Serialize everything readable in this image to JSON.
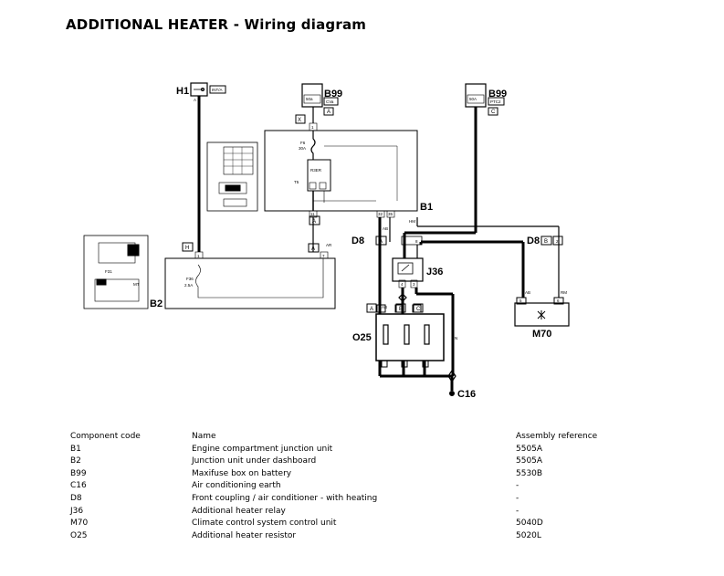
{
  "title": "ADDITIONAL HEATER - Wiring diagram",
  "diagram": {
    "components": {
      "H1": "H1",
      "B99a": "B99",
      "B99b": "B99",
      "B1": "B1",
      "B2": "B2",
      "D8a": "D8",
      "D8b": "D8",
      "J36": "J36",
      "O25": "O25",
      "M70": "M70",
      "C16": "C16"
    },
    "connectors": {
      "X": "X",
      "A": "A",
      "H": "H",
      "B": "B",
      "C": "C",
      "Fb": "F"
    },
    "pins": {
      "p1": "1",
      "p2": "2",
      "p3": "3",
      "p4": "4",
      "p5": "5",
      "p6": "6",
      "p7": "7",
      "p8": "8",
      "p11": "11",
      "p32": "32",
      "p35": "35"
    },
    "wires": {
      "A": "A",
      "AR": "AR",
      "AB": "AB",
      "HM": "HM",
      "RM": "RM",
      "N": "N",
      "BN": "BN"
    },
    "small": {
      "h1_tag": "INT/A",
      "b99a_tag": "CVa",
      "b99b_tag": "PTC2",
      "b99a_fuse": "50a",
      "b99b_fuse": "50A",
      "f6": "F6",
      "f6amp": "30A",
      "t5": "T5",
      "f36": "F36",
      "f36amp": "2.5A",
      "f31": "F31",
      "mt": "MT",
      "relay": "R3ER"
    }
  },
  "legend": {
    "headers": {
      "code": "Component code",
      "name": "Name",
      "ref": "Assembly reference"
    },
    "rows": [
      {
        "code": "B1",
        "name": "Engine compartment junction unit",
        "ref": "5505A"
      },
      {
        "code": "B2",
        "name": "Junction unit under dashboard",
        "ref": "5505A"
      },
      {
        "code": "B99",
        "name": "Maxifuse box on battery",
        "ref": "5530B"
      },
      {
        "code": "C16",
        "name": "Air conditioning earth",
        "ref": "-"
      },
      {
        "code": "D8",
        "name": "Front coupling / air conditioner - with heating",
        "ref": "-"
      },
      {
        "code": "J36",
        "name": "Additional heater relay",
        "ref": "-"
      },
      {
        "code": "M70",
        "name": "Climate control system control unit",
        "ref": "5040D"
      },
      {
        "code": "O25",
        "name": "Additional heater resistor",
        "ref": "5020L"
      }
    ]
  }
}
